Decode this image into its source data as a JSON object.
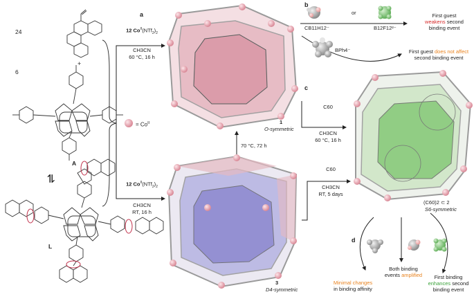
{
  "colors": {
    "pink_cage": "#e8b4bf",
    "blue_cage": "#9d9ad6",
    "green_cage": "#8fcf7f",
    "orange": "#e8821e",
    "red": "#d62a2a",
    "green": "#3aa23a"
  },
  "left": {
    "count_a": "24",
    "plus": "+",
    "count_b": "6",
    "compound_A": "A",
    "compound_L": "L",
    "equilibrium_glyph": "⇌"
  },
  "legend": {
    "co_label": "= Co",
    "co_sup": "II"
  },
  "arrows": {
    "top": {
      "reagent": "12 Co",
      "reagent_sup": "II",
      "reagent_tail": "(NTf",
      "reagent_sub": "2",
      "reagent_end": ")",
      "reagent_sub2": "2",
      "solvent": "CH3CN",
      "cond": "60 °C, 16 h"
    },
    "bottom": {
      "reagent": "12 Co",
      "reagent_sup": "II",
      "reagent_tail": "(NTf",
      "reagent_sub": "2",
      "reagent_end": ")",
      "reagent_sub2": "2",
      "solvent": "CH3CN",
      "cond": "RT, 16 h"
    },
    "vertical": {
      "cond": "70 °C, 72 h"
    },
    "c_top": {
      "reagent": "C60",
      "solvent": "CH3CN",
      "cond": "60 °C, 16 h"
    },
    "c_bottom": {
      "reagent": "C60",
      "solvent": "CH3CN",
      "cond": "RT, 5 days"
    }
  },
  "panels": {
    "a": "a",
    "b": "b",
    "c": "c",
    "d": "d"
  },
  "cages": {
    "cage1": {
      "num": "1",
      "sym": "O-symmetric"
    },
    "cage3": {
      "num": "3",
      "sym": "D4-symmetric"
    },
    "cage2": {
      "label": "(C60)2 ⊂ 2",
      "sym": "S6-symmetric"
    }
  },
  "guests": {
    "g1": "CB11H12⁻",
    "or": "or",
    "g2": "B12F12²⁻",
    "g3": "BPh4⁻"
  },
  "outcomes": {
    "b1_pre": "First guest",
    "b1_key": "weakens",
    "b1_post": "second",
    "b1_line3": "binding event",
    "b2_pre": "First guest",
    "b2_key": "does not affect",
    "b2_line2": "second binding event",
    "d1_line1": "Minimal changes",
    "d1_line2": "in binding affinity",
    "d2_line1": "Both binding",
    "d2_line2_pre": "events",
    "d2_key": "amplified",
    "d3_line1": "First binding",
    "d3_key": "enhances",
    "d3_post": "second",
    "d3_line3": "binding event"
  }
}
